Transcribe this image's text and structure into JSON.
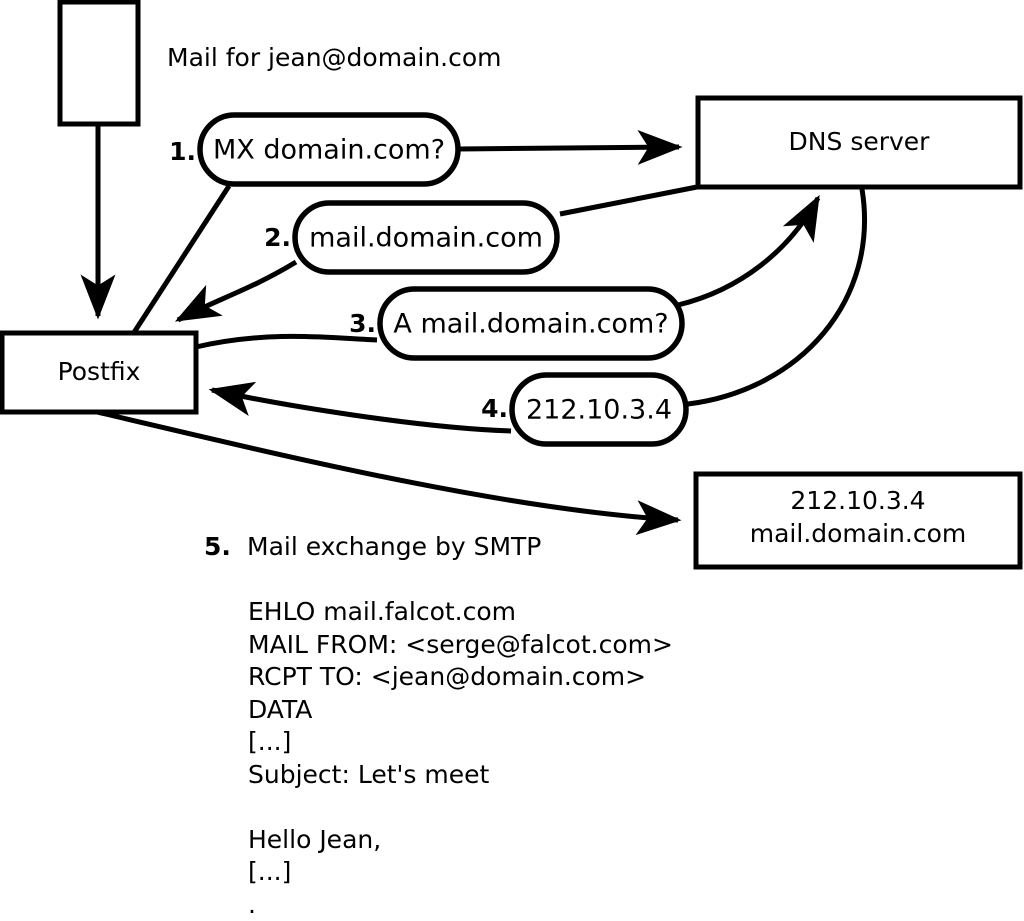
{
  "title_caption": "Mail for jean@domain.com",
  "nodes": {
    "source_box": {
      "label": ""
    },
    "postfix": {
      "label": "Postfix"
    },
    "dns_server": {
      "label": "DNS server"
    },
    "mail_server": {
      "line1": "212.10.3.4",
      "line2": "mail.domain.com"
    }
  },
  "steps": [
    {
      "num": "1.",
      "label": "MX domain.com?"
    },
    {
      "num": "2.",
      "label": "mail.domain.com"
    },
    {
      "num": "3.",
      "label": "A mail.domain.com?"
    },
    {
      "num": "4.",
      "label": "212.10.3.4"
    },
    {
      "num": "5.",
      "label": "Mail exchange by SMTP"
    }
  ],
  "smtp_transcript": "EHLO mail.falcot.com\nMAIL FROM: <serge@falcot.com>\nRCPT TO: <jean@domain.com>\nDATA\n[...]\nSubject: Let's meet\n\nHello Jean,\n[...]\n.",
  "colors": {
    "background": "#ffffff",
    "stroke": "#000000",
    "text": "#000000"
  },
  "chart_data": {
    "type": "diagram",
    "title": "Mail for jean@domain.com",
    "nodes": [
      {
        "id": "source",
        "shape": "rect",
        "label": ""
      },
      {
        "id": "postfix",
        "shape": "rect",
        "label": "Postfix"
      },
      {
        "id": "dns",
        "shape": "rect",
        "label": "DNS server"
      },
      {
        "id": "mailserver",
        "shape": "rect",
        "label": "212.10.3.4 mail.domain.com"
      }
    ],
    "edges": [
      {
        "from": "source",
        "to": "postfix",
        "label": ""
      },
      {
        "from": "postfix",
        "to": "dns",
        "label": "1. MX domain.com?"
      },
      {
        "from": "dns",
        "to": "postfix",
        "label": "2. mail.domain.com"
      },
      {
        "from": "postfix",
        "to": "dns",
        "label": "3. A mail.domain.com?"
      },
      {
        "from": "dns",
        "to": "postfix",
        "label": "4. 212.10.3.4"
      },
      {
        "from": "postfix",
        "to": "mailserver",
        "label": "5. Mail exchange by SMTP"
      }
    ]
  }
}
